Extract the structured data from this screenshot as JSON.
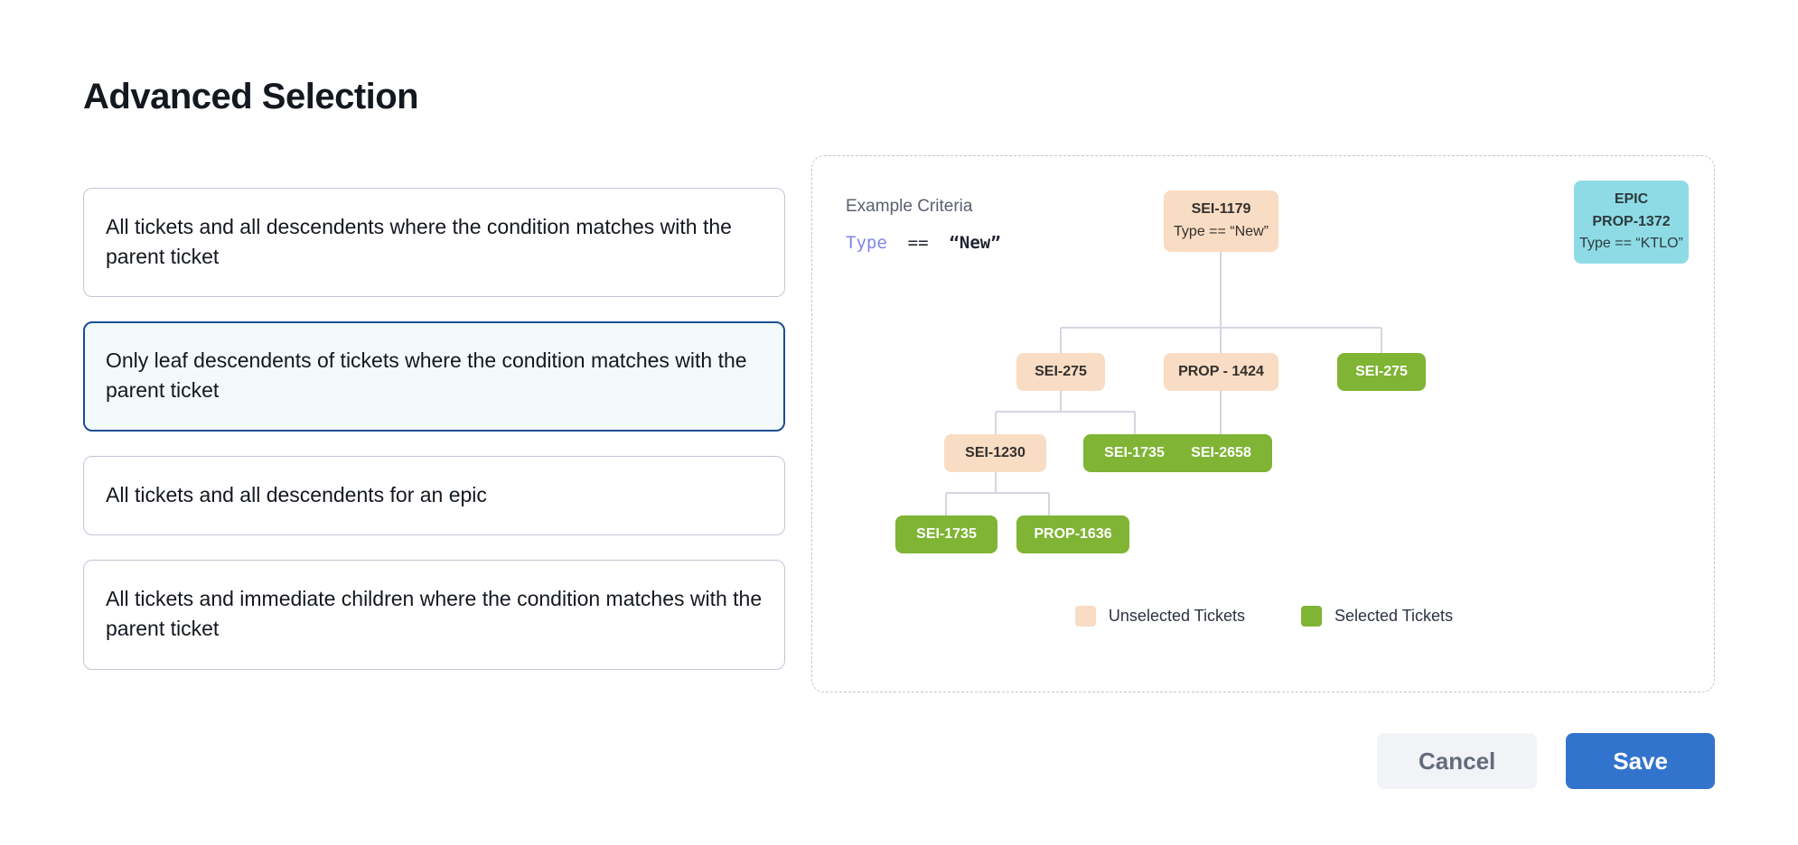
{
  "page": {
    "title": "Advanced Selection"
  },
  "options": [
    {
      "id": "all-tickets-all-descendents-condition",
      "label": "All tickets and all descendents where the condition matches with the parent ticket",
      "selected": false
    },
    {
      "id": "only-leaf-descendents-condition",
      "label": "Only leaf descendents of tickets where the condition matches with the parent ticket",
      "selected": true
    },
    {
      "id": "all-tickets-all-descendents-epic",
      "label": "All tickets and all descendents for an epic",
      "selected": false
    },
    {
      "id": "all-tickets-immediate-children-condition",
      "label": "All tickets and immediate children where the condition matches with the parent ticket",
      "selected": false
    }
  ],
  "diagram": {
    "criteria_title": "Example Criteria",
    "criteria_field": "Type",
    "criteria_operator": "==",
    "criteria_value": "“New”",
    "nodes": [
      {
        "id": "sei-1179",
        "lines": [
          "SEI-1179",
          "Type == “New”"
        ],
        "state": "unselected"
      },
      {
        "id": "epic-prop-1372",
        "lines": [
          "EPIC",
          "PROP-1372",
          "Type == “KTLO”"
        ],
        "state": "epic"
      },
      {
        "id": "sei-275-a",
        "lines": [
          "SEI-275"
        ],
        "state": "unselected"
      },
      {
        "id": "prop-1424",
        "lines": [
          "PROP - 1424"
        ],
        "state": "unselected"
      },
      {
        "id": "sei-275-b",
        "lines": [
          "SEI-275"
        ],
        "state": "selected"
      },
      {
        "id": "sei-1230",
        "lines": [
          "SEI-1230"
        ],
        "state": "unselected"
      },
      {
        "id": "sei-1735-a",
        "lines": [
          "SEI-1735"
        ],
        "state": "selected"
      },
      {
        "id": "sei-2658",
        "lines": [
          "SEI-2658"
        ],
        "state": "selected"
      },
      {
        "id": "sei-1735-b",
        "lines": [
          "SEI-1735"
        ],
        "state": "selected"
      },
      {
        "id": "prop-1636",
        "lines": [
          "PROP-1636"
        ],
        "state": "selected"
      }
    ],
    "legend": [
      {
        "id": "unselected-tickets",
        "label": "Unselected Tickets",
        "color": "#f9dcc4"
      },
      {
        "id": "selected-tickets",
        "label": "Selected Tickets",
        "color": "#7fb434"
      }
    ]
  },
  "footer": {
    "cancel_label": "Cancel",
    "save_label": "Save"
  },
  "colors": {
    "accent_blue": "#3273cd",
    "selected_card_border": "#1c4e8f",
    "selected_card_bg": "#f3fafc",
    "unselected_node": "#f9dcc4",
    "selected_node": "#7fb434",
    "epic_node": "#8fdbe5",
    "criteria_field": "#7e86e8",
    "connector_line": "#d4d7e0"
  }
}
